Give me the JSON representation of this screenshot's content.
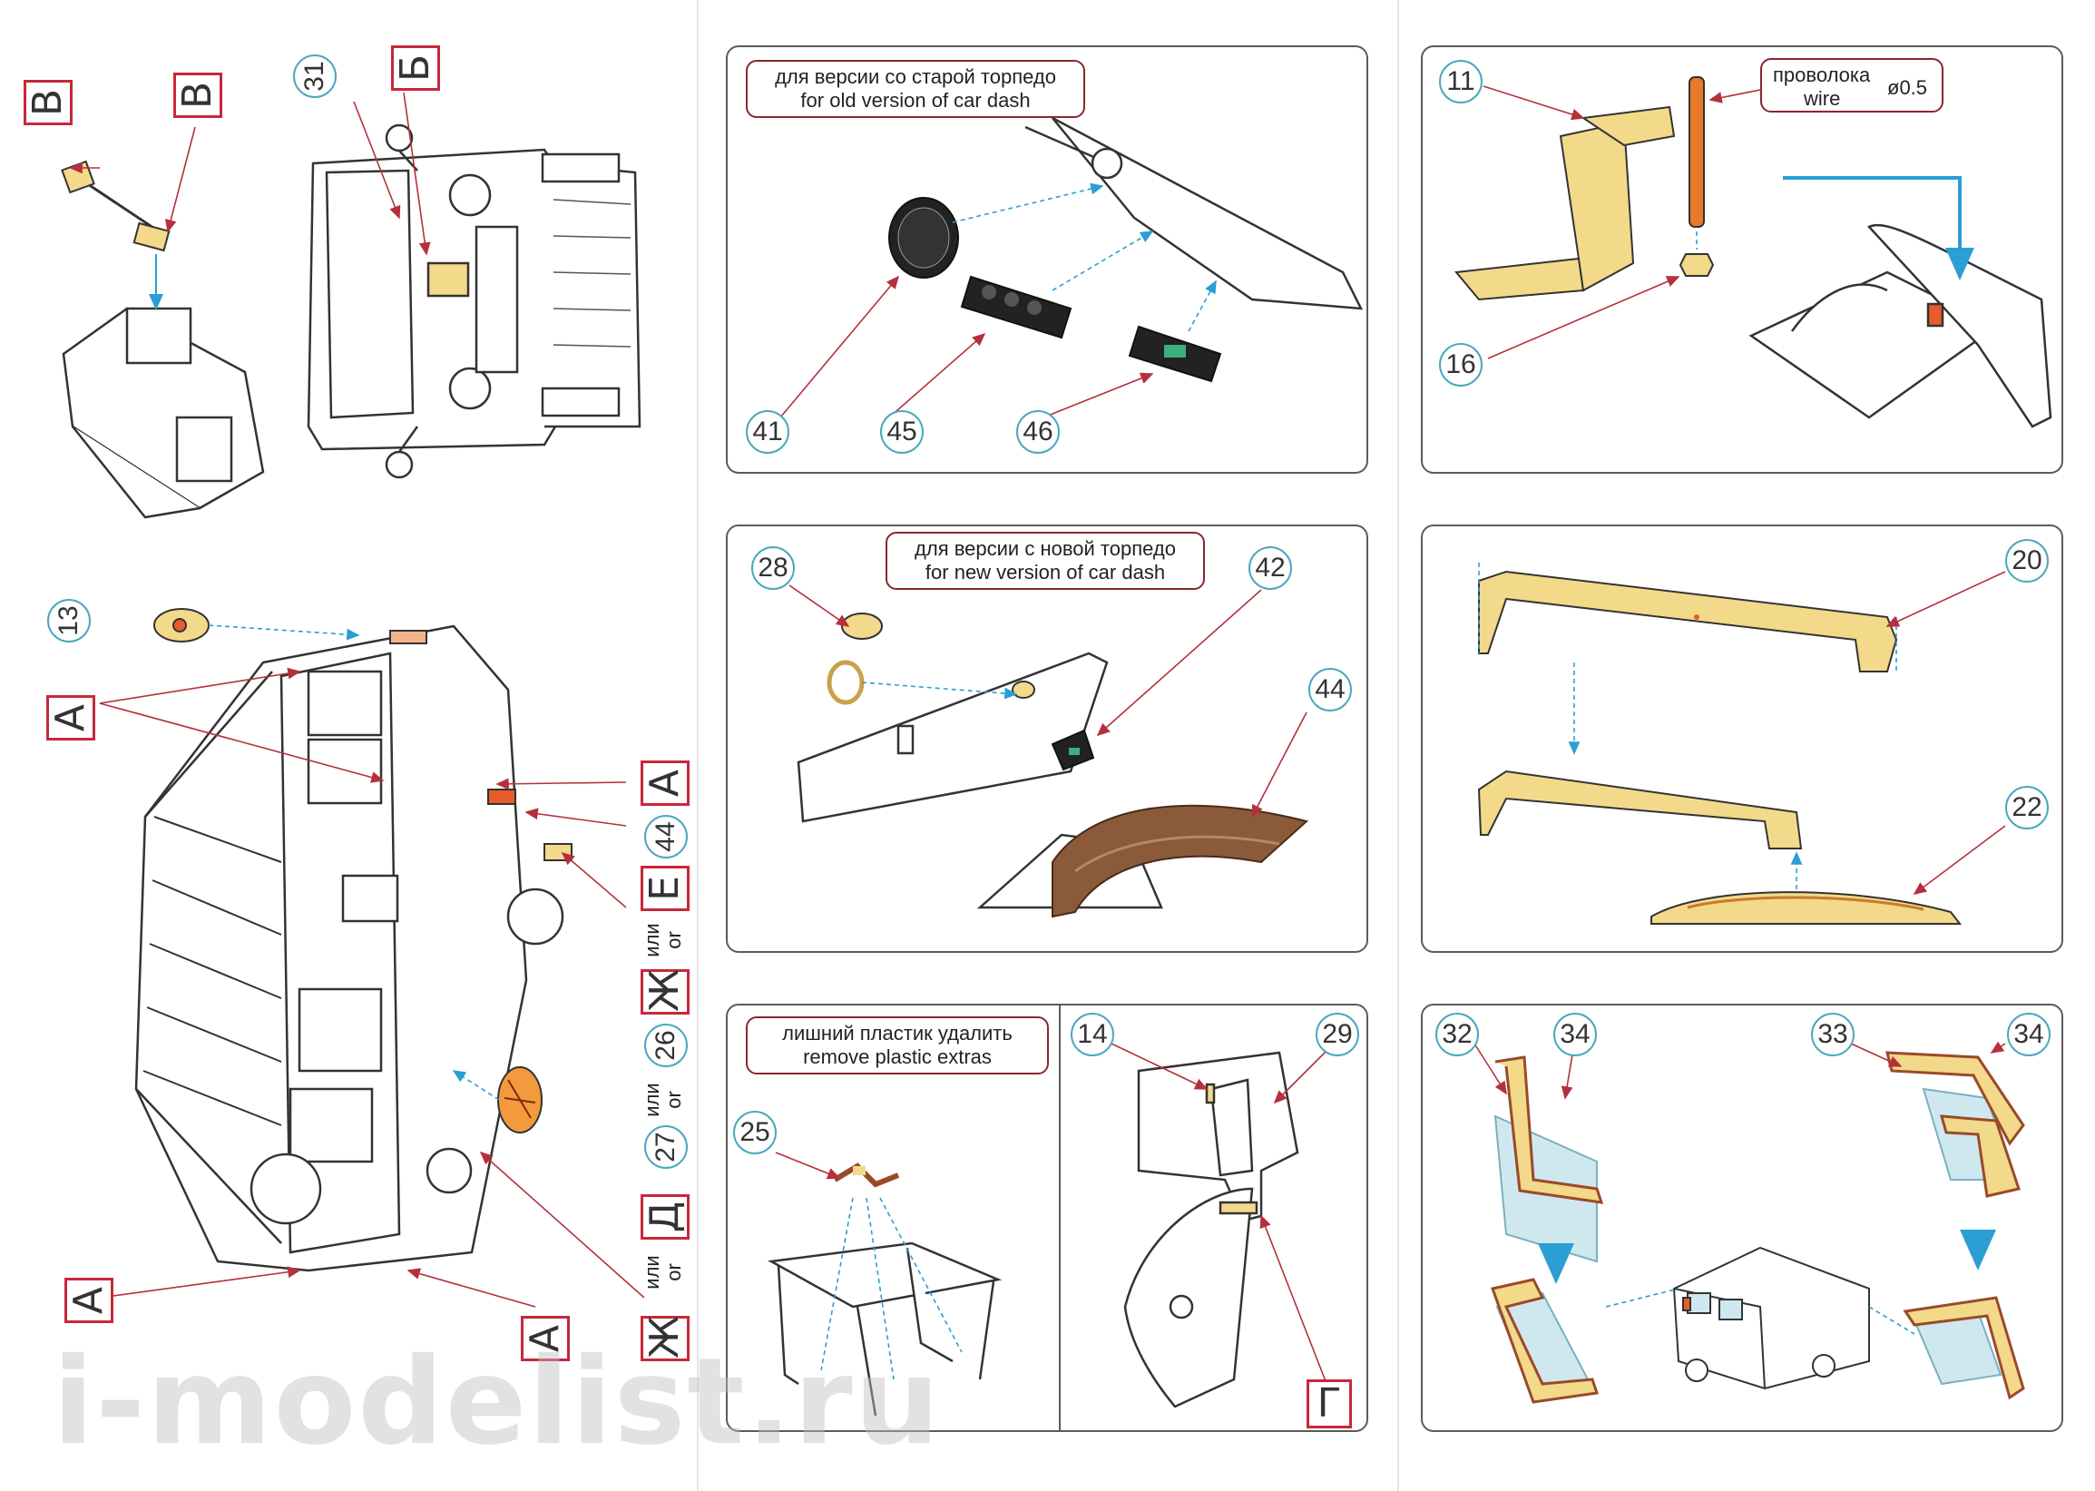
{
  "colors": {
    "callout_ring": "#4aa8bf",
    "letter_border": "#c8283a",
    "note_border": "#8a2530",
    "photoetch_part": "#f3d98a",
    "guide_arrow": "#2b9fd3",
    "pointer_line": "#b5303c"
  },
  "left_panel": {
    "callouts": {
      "n31": "31",
      "n13": "13",
      "n44": "44",
      "n26": "26",
      "n27": "27"
    },
    "letters": {
      "v1": "В",
      "v2": "В",
      "b": "Б",
      "a_left": "А",
      "a_right": "А",
      "ye": "Е",
      "zh_mid": "Ж",
      "d": "Д",
      "zh_bottom": "Ж",
      "a_bottom_left": "А",
      "a_bottom_right": "А"
    },
    "or_label_ru": "или",
    "or_label_en": "or"
  },
  "panel_old_dash": {
    "note_ru": "для версии со старой торпедо",
    "note_en": "for old version of car dash",
    "callouts": {
      "n41": "41",
      "n45": "45",
      "n46": "46"
    }
  },
  "panel_new_dash": {
    "note_ru": "для версии с новой торпедо",
    "note_en": "for new version of car dash",
    "callouts": {
      "n28": "28",
      "n42": "42",
      "n44": "44"
    }
  },
  "panel_remove": {
    "note_ru": "лишний пластик удалить",
    "note_en": "remove plastic extras",
    "callouts": {
      "n25": "25",
      "n14": "14",
      "n29": "29"
    },
    "letter_g": "Г"
  },
  "panel_wire": {
    "note_ru": "проволока",
    "note_en": "wire",
    "diameter": "ø0.5",
    "callouts": {
      "n11": "11",
      "n16": "16"
    }
  },
  "panel_visors": {
    "callouts": {
      "n20": "20",
      "n22": "22"
    }
  },
  "panel_windows": {
    "callouts": {
      "n32": "32",
      "n34a": "34",
      "n33": "33",
      "n34b": "34"
    }
  },
  "watermark": "i-modelist.ru"
}
